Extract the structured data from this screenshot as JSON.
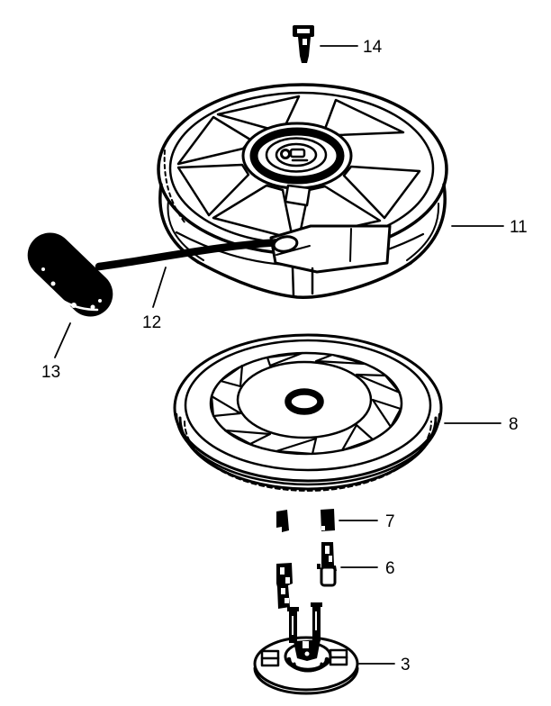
{
  "diagram": {
    "type": "exploded-parts-diagram",
    "background_color": "#ffffff",
    "line_color": "#000000",
    "callouts": [
      {
        "number": "14"
      },
      {
        "number": "11"
      },
      {
        "number": "12"
      },
      {
        "number": "13"
      },
      {
        "number": "8"
      },
      {
        "number": "7"
      },
      {
        "number": "6"
      },
      {
        "number": "3"
      }
    ]
  }
}
